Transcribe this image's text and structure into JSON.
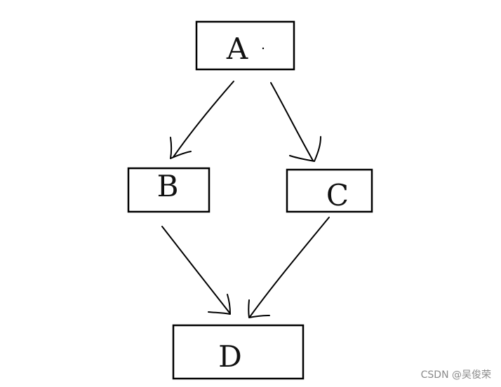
{
  "nodes": {
    "a": {
      "label": "A"
    },
    "b": {
      "label": "B"
    },
    "c": {
      "label": "C"
    },
    "d": {
      "label": "D"
    }
  },
  "edges": [
    {
      "from": "A",
      "to": "B"
    },
    {
      "from": "A",
      "to": "C"
    },
    {
      "from": "B",
      "to": "D"
    },
    {
      "from": "C",
      "to": "D"
    }
  ],
  "watermark": "CSDN @吴俊荣",
  "colors": {
    "stroke": "#000000",
    "background": "#ffffff",
    "watermark": "#8a8a8a"
  }
}
